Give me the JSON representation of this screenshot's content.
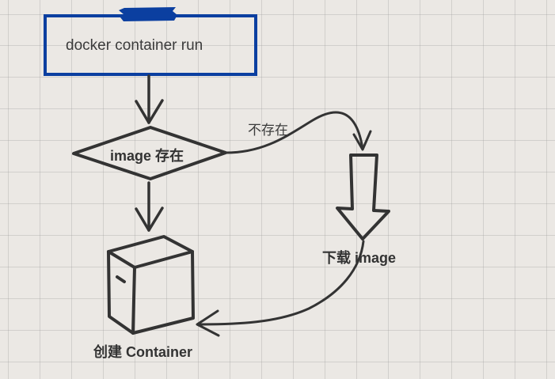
{
  "diagram": {
    "start_node": {
      "label": "docker container run",
      "border_color": "#0b3fa0"
    },
    "decision_node": {
      "label": "image 存在"
    },
    "edge_no": {
      "label": "不存在"
    },
    "download_node": {
      "label": "下载 image"
    },
    "create_node": {
      "label": "创建 Container"
    },
    "stroke_color": "#333333"
  }
}
